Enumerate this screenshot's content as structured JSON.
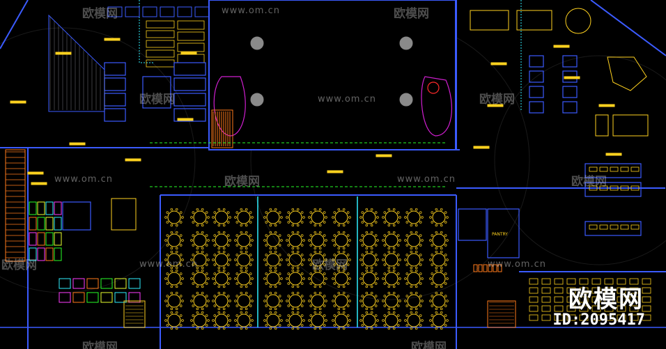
{
  "watermarks": {
    "site_url": "www.om.cn",
    "site_name_cn": "欧模网",
    "brand_text": "欧模网",
    "asset_id": "ID:2095417"
  },
  "labels": {
    "pantry": "PANTRY"
  },
  "colors": {
    "background": "#000000",
    "wall": "#3b5bff",
    "furniture": "#ffd21f",
    "grid": "#ffffff",
    "accent_cyan": "#2ff0ff",
    "accent_magenta": "#d01fd0",
    "accent_green": "#29ff29",
    "accent_orange": "#ff7a1a"
  },
  "icons": {
    "watermark_logo": "sofa-logo-icon"
  }
}
